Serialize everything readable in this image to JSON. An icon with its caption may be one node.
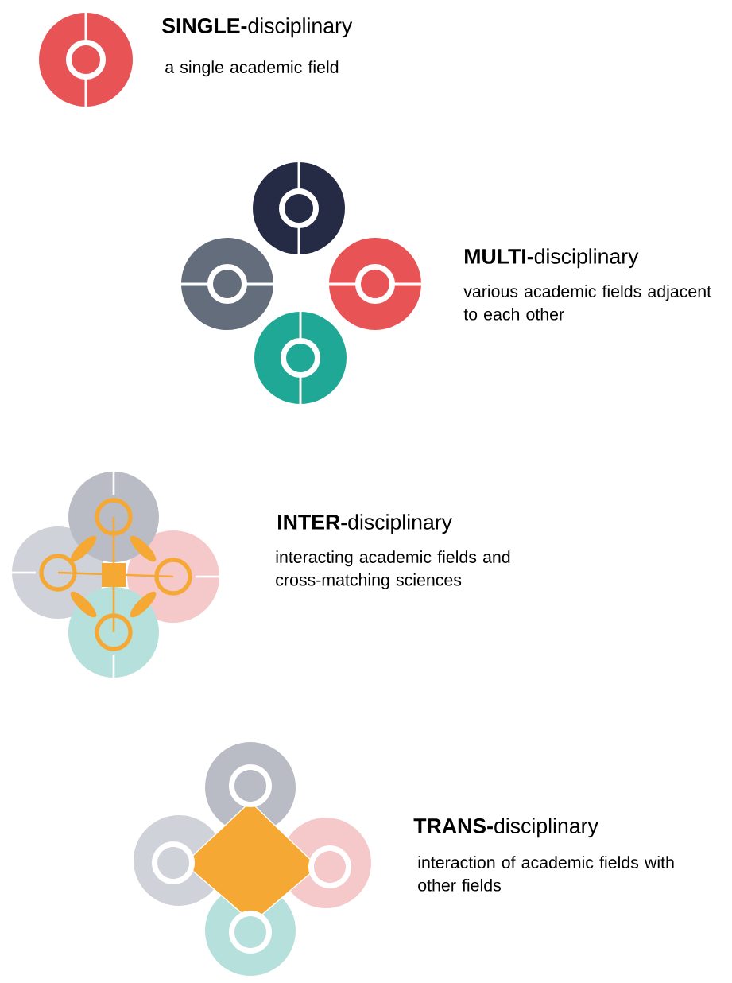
{
  "diagram": {
    "labels": [
      "**SINGLE-**disciplinary",
      "a single academic field",
      "**MULTI-**disciplinary",
      "various academic fields adjacent to each other",
      "**INTER-**disciplinary",
      "interacting academic fields and cross-matching sciences",
      "**TRANS-**disciplinary",
      "interaction of academic fields with other fields"
    ]
  }
}
